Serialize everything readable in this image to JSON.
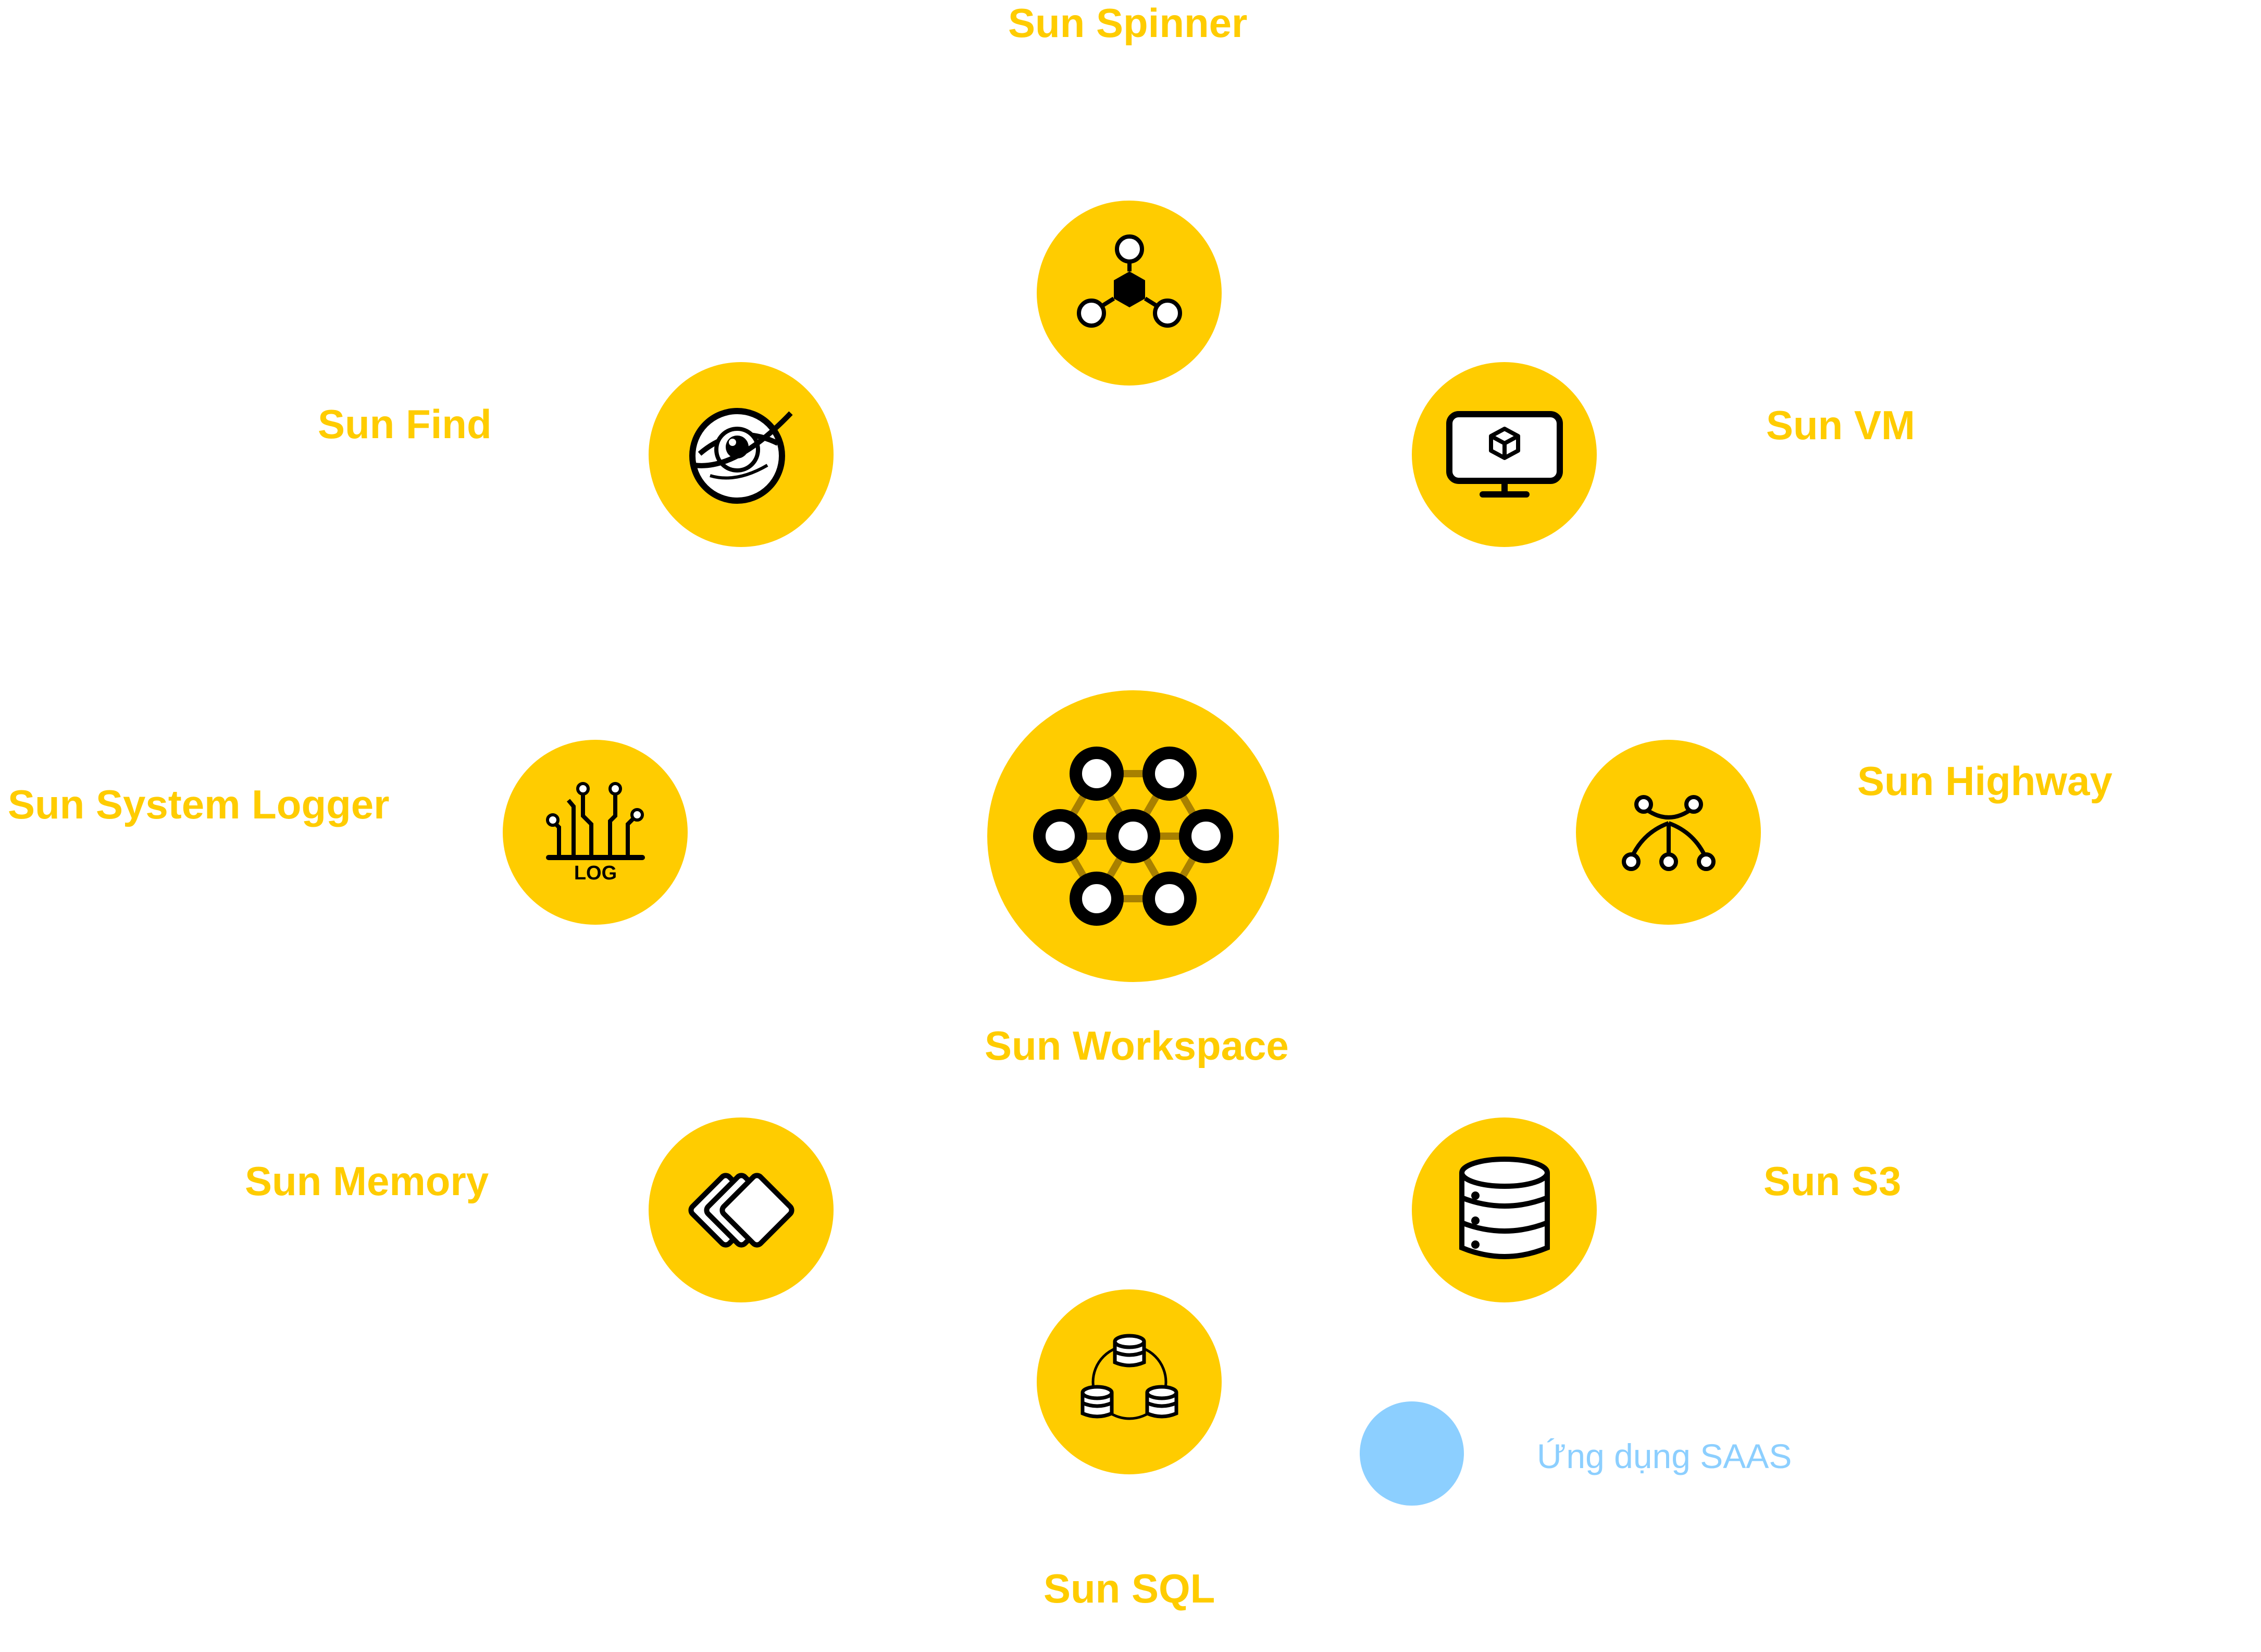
{
  "colors": {
    "node_fill": "#FFCC00",
    "label_text": "#FFCC00",
    "legend_dot": "#8CCFFF",
    "legend_text": "#8CCFFF",
    "icon_stroke": "#000000"
  },
  "nodes": {
    "spinner": {
      "label": "Sun Spinner",
      "icon": "cluster-hexagon-icon"
    },
    "find": {
      "label": "Sun Find",
      "icon": "eye-search-icon"
    },
    "vm": {
      "label": "Sun VM",
      "icon": "monitor-cube-icon"
    },
    "logger": {
      "label": "Sun System Logger",
      "icon": "log-circuit-icon"
    },
    "workspace": {
      "label": "Sun Workspace",
      "icon": "hexagonal-mesh-icon"
    },
    "highway": {
      "label": "Sun Highway",
      "icon": "network-branch-icon"
    },
    "memory": {
      "label": "Sun Memory",
      "icon": "stacked-cards-icon"
    },
    "s3": {
      "label": "Sun S3",
      "icon": "database-stack-icon"
    },
    "sql": {
      "label": "Sun SQL",
      "icon": "database-cluster-icon"
    }
  },
  "legend": {
    "label": "Ứng dụng SAAS"
  }
}
